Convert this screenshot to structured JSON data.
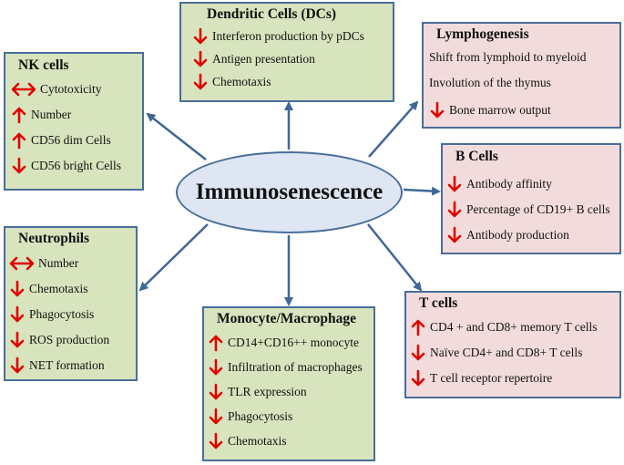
{
  "center": {
    "label": "Immunosenescence"
  },
  "boxes": {
    "nk": {
      "title": "NK cells",
      "items": [
        {
          "icon": "both",
          "text": "Cytotoxicity"
        },
        {
          "icon": "up",
          "text": "Number"
        },
        {
          "icon": "up",
          "text": "CD56 dim Cells"
        },
        {
          "icon": "down",
          "text": "CD56 bright Cells"
        }
      ]
    },
    "dc": {
      "title": "Dendritic Cells (DCs)",
      "items": [
        {
          "icon": "down",
          "text": "Interferon production by pDCs"
        },
        {
          "icon": "down",
          "text": "Antigen presentation"
        },
        {
          "icon": "down",
          "text": "Chemotaxis"
        }
      ]
    },
    "lympho": {
      "title": "Lymphogenesis",
      "items": [
        {
          "icon": "none",
          "text": "Shift from lymphoid to myeloid"
        },
        {
          "icon": "none",
          "text": "Involution of the thymus"
        },
        {
          "icon": "down",
          "text": "Bone marrow output"
        }
      ]
    },
    "bcells": {
      "title": "B Cells",
      "items": [
        {
          "icon": "down",
          "text": "Antibody affinity"
        },
        {
          "icon": "down",
          "text": "Percentage of CD19+ B cells"
        },
        {
          "icon": "down",
          "text": "Antibody production"
        }
      ]
    },
    "neut": {
      "title": "Neutrophils",
      "items": [
        {
          "icon": "both",
          "text": "Number"
        },
        {
          "icon": "down",
          "text": "Chemotaxis"
        },
        {
          "icon": "down",
          "text": "Phagocytosis"
        },
        {
          "icon": "down",
          "text": "ROS production"
        },
        {
          "icon": "down",
          "text": "NET formation"
        }
      ]
    },
    "mono": {
      "title": "Monocyte/Macrophage",
      "items": [
        {
          "icon": "up",
          "text": "CD14+CD16++ monocyte"
        },
        {
          "icon": "down",
          "text": "Infiltration of macrophages"
        },
        {
          "icon": "down",
          "text": "TLR expression"
        },
        {
          "icon": "down",
          "text": "Phagocytosis"
        },
        {
          "icon": "down",
          "text": "Chemotaxis"
        }
      ]
    },
    "tcells": {
      "title": "T cells",
      "items": [
        {
          "icon": "up",
          "text": "CD4 + and CD8+ memory T cells"
        },
        {
          "icon": "down",
          "text": "Naïve CD4+ and CD8+ T cells"
        },
        {
          "icon": "down",
          "text": "T cell receptor repertoire"
        }
      ]
    }
  },
  "colors": {
    "arrow_red": "#e00000",
    "connector_blue": "#3f6796",
    "box_green": "#d7e4bd",
    "box_pink": "#f2dcdb"
  }
}
